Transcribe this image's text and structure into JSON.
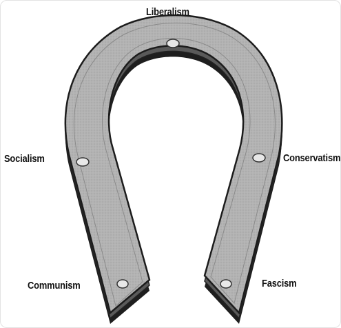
{
  "labels": {
    "top": "Liberalism",
    "left": "Socialism",
    "right": "Conservatism",
    "bottom_left": "Communism",
    "bottom_right": "Fascism"
  },
  "colors": {
    "face": "#b3b3b3",
    "edge": "#2b2b2b",
    "side": "#4a4a4a",
    "nail_hole": "#e8e8e8"
  },
  "icons": [
    "horseshoe-icon"
  ]
}
